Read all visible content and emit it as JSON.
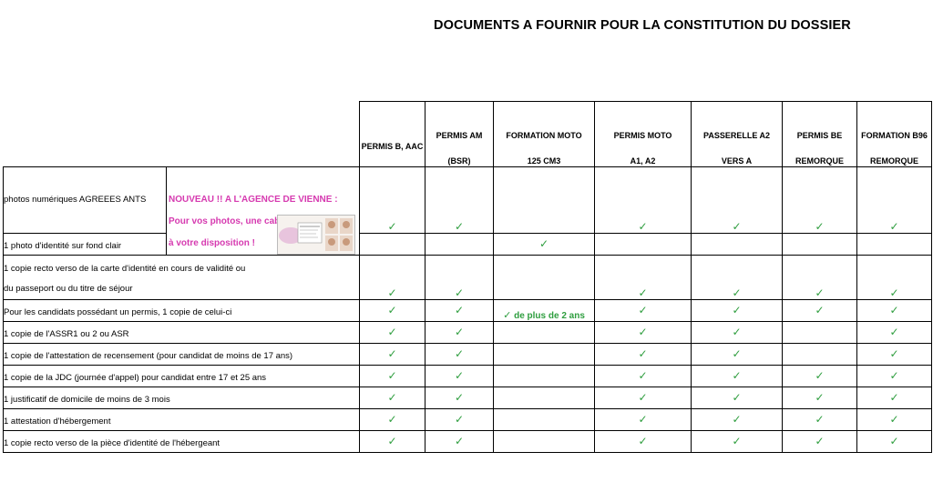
{
  "title": "DOCUMENTS A FOURNIR POUR LA CONSTITUTION DU DOSSIER",
  "columns": [
    {
      "line1": "PERMIS B, AAC",
      "line2": ""
    },
    {
      "line1": "PERMIS AM",
      "line2": "(BSR)"
    },
    {
      "line1": "FORMATION MOTO",
      "line2": "125 CM3"
    },
    {
      "line1": "PERMIS MOTO",
      "line2": "A1, A2"
    },
    {
      "line1": "PASSERELLE A2",
      "line2": "VERS A"
    },
    {
      "line1": "PERMIS BE",
      "line2": "REMORQUE"
    },
    {
      "line1": "FORMATION B96",
      "line2": "REMORQUE"
    }
  ],
  "promo": {
    "line1": "NOUVEAU !! A L'AGENCE DE VIENNE :",
    "line2": "Pour vos photos, une cabine est",
    "line3": "à votre disposition !",
    "color": "#d63ab0"
  },
  "check_symbol": "✓",
  "check_color": "#2f9e3f",
  "rows": [
    {
      "label": "photos numériques AGREEES ANTS",
      "cells": [
        true,
        true,
        false,
        true,
        true,
        true,
        true
      ]
    },
    {
      "label": "1 photo d'identité sur fond clair",
      "cells": [
        false,
        false,
        true,
        false,
        false,
        false,
        false
      ]
    },
    {
      "label1": "1 copie recto verso de la carte d'identité en cours de validité ou",
      "label2": "du passeport ou du titre de séjour",
      "cells": [
        true,
        true,
        false,
        true,
        true,
        true,
        true
      ]
    },
    {
      "label": "Pour les candidats possédant un permis, 1 copie de celui-ci",
      "cells": [
        true,
        true,
        "de plus de 2 ans",
        true,
        true,
        true,
        true
      ]
    },
    {
      "label": "1 copie de l'ASSR1 ou 2 ou ASR",
      "cells": [
        true,
        true,
        false,
        true,
        true,
        false,
        true
      ]
    },
    {
      "label": "1 copie de l'attestation de recensement (pour candidat de moins de 17 ans)",
      "cells": [
        true,
        true,
        false,
        true,
        true,
        false,
        true
      ]
    },
    {
      "label": "1 copie de la JDC (journée d'appel) pour candidat entre 17 et 25 ans",
      "cells": [
        true,
        true,
        false,
        true,
        true,
        true,
        true
      ]
    },
    {
      "label": "1 justificatif de domicile de moins de 3 mois",
      "cells": [
        true,
        true,
        false,
        true,
        true,
        true,
        true
      ]
    },
    {
      "label": "1 attestation d'hébergement",
      "cells": [
        true,
        true,
        false,
        true,
        true,
        true,
        true
      ]
    },
    {
      "label": "1 copie recto verso de la pièce d'identité de l'hébergeant",
      "cells": [
        true,
        true,
        false,
        true,
        true,
        true,
        true
      ]
    }
  ]
}
